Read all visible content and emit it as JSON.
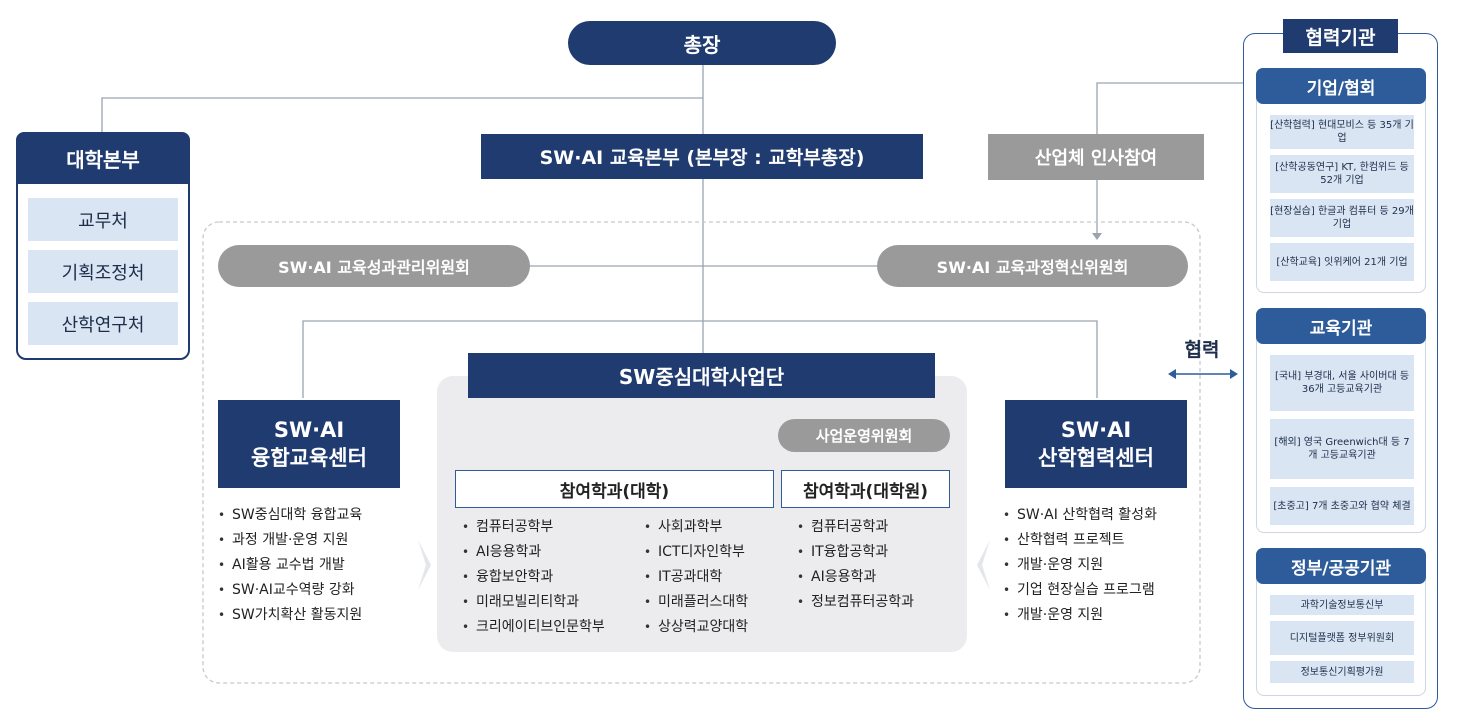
{
  "president": "총장",
  "hq": {
    "title": "대학본부",
    "items": [
      "교무처",
      "기획조정처",
      "산학연구처"
    ]
  },
  "sw_ai_hq": "SW·AI 교육본부 (본부장 : 교학부총장)",
  "industry_personnel": "산업체 인사참여",
  "committees": {
    "performance": "SW·AI 교육성과관리위원회",
    "curriculum": "SW·AI 교육과정혁신위원회"
  },
  "project_group": "SW중심대학사업단",
  "operation_committee": "사업운영위원회",
  "convergence_center": {
    "title_line1": "SW·AI",
    "title_line2": "융합교육센터",
    "bullets": [
      "SW중심대학 융합교육",
      "과정 개발·운영 지원",
      "AI활용 교수법 개발",
      "SW·AI교수역량 강화",
      "SW가치확산 활동지원"
    ]
  },
  "industry_center": {
    "title_line1": "SW·AI",
    "title_line2": "산학협력센터",
    "bullets": [
      "SW·AI 산학협력 활성화",
      "산학협력 프로젝트",
      "개발·운영 지원",
      "기업 현장실습 프로그램",
      "개발·운영 지원"
    ]
  },
  "undergrad": {
    "title": "참여학과(대학)",
    "col1": [
      "컴퓨터공학부",
      "AI응용학과",
      "융합보안학과",
      "미래모빌리티학과",
      "크리에이티브인문학부"
    ],
    "col2": [
      "사회과학부",
      "ICT디자인학부",
      "IT공과대학",
      "미래플러스대학",
      "상상력교양대학"
    ]
  },
  "grad": {
    "title": "참여학과(대학원)",
    "items": [
      "컴퓨터공학과",
      "IT융합공학과",
      "AI응용학과",
      "정보컴퓨터공학과"
    ]
  },
  "cooperation_label": "협력",
  "partners": {
    "title": "협력기관",
    "sections": [
      {
        "title": "기업/협회",
        "items": [
          "[산학협력] 현대모비스 등 35개 기업",
          "[산학공동연구] KT, 한컴위드 등 52개 기업",
          "[현장실습] 한글과 컴퓨터 등 29개 기업",
          "[산학교육] 잇위케어 21개 기업"
        ]
      },
      {
        "title": "교육기관",
        "items": [
          "[국내] 부경대, 서울 사이버대 등 36개 고등교육기관",
          "[해외] 영국 Greenwich대 등 7개 고등교육기관",
          "[초중고] 7개 초중고와 협약 체결"
        ]
      },
      {
        "title": "정부/공공기관",
        "items": [
          "과학기술정보통신부",
          "디지털플랫폼 정부위원회",
          "정보통신기획평가원"
        ]
      }
    ]
  }
}
